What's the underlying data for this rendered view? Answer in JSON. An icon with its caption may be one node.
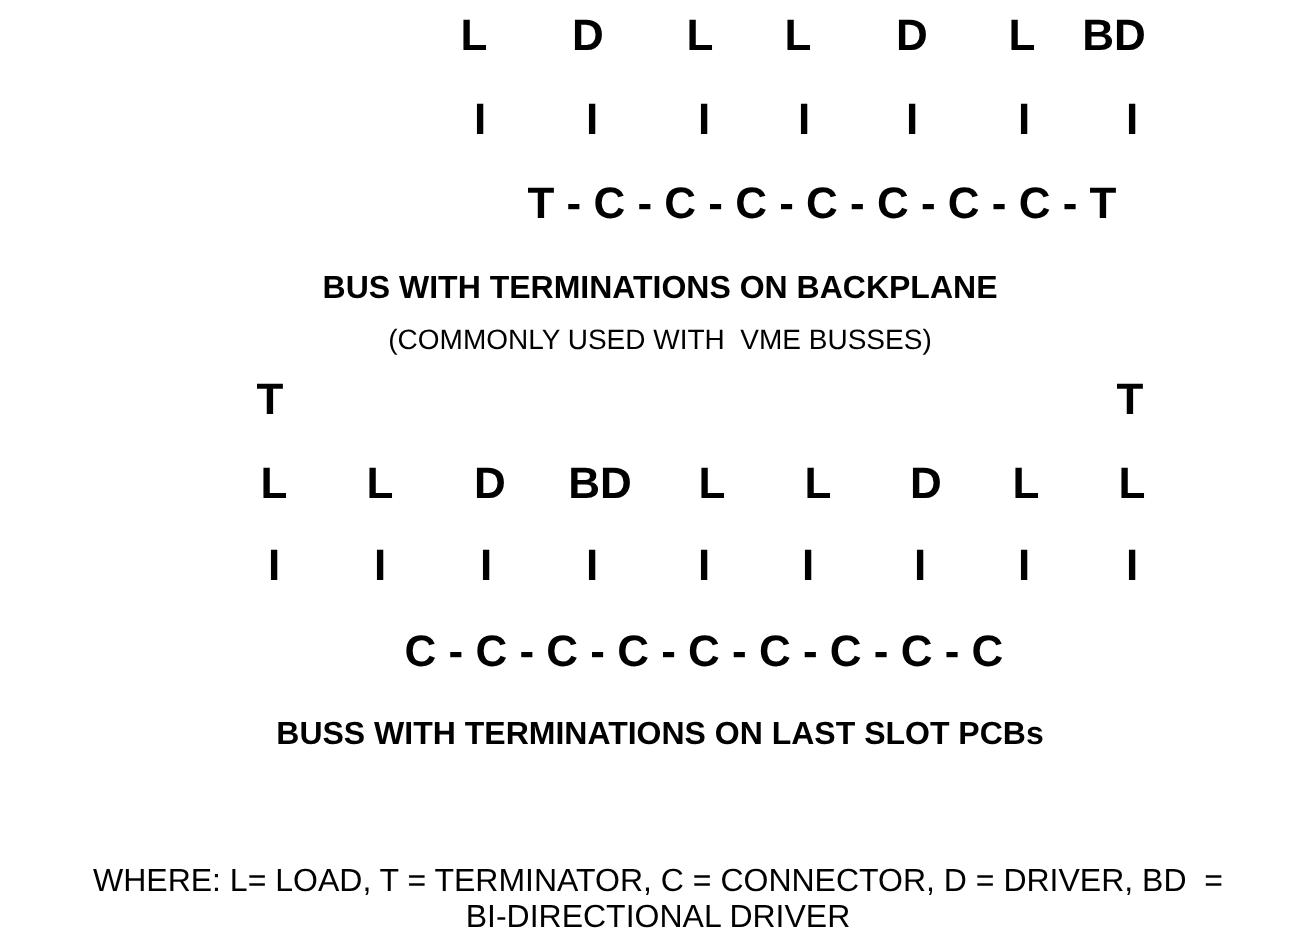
{
  "diagram": {
    "labels": [
      "L",
      "D",
      "L",
      "L",
      "D",
      "L",
      "BD",
      "I",
      "I",
      "I",
      "I",
      "I",
      "I",
      "I",
      "T - C - C - C - C - C - C - C - T",
      "BUS WITH TERMINATIONS ON BACKPLANE",
      "(COMMONLY USED WITH  VME BUSSES)",
      "T",
      "T",
      "L",
      "L",
      "D",
      "BD",
      "L",
      "L",
      "D",
      "L",
      "L",
      "I",
      "I",
      "I",
      "I",
      "I",
      "I",
      "I",
      "I",
      "I",
      "C - C - C - C - C - C - C - C - C",
      "BUSS WITH TERMINATIONS ON LAST SLOT PCBs",
      "WHERE: L= LOAD, T = TERMINATOR, C = CONNECTOR, D = DRIVER, BD  = BI-DIRECTIONAL DRIVER"
    ]
  }
}
